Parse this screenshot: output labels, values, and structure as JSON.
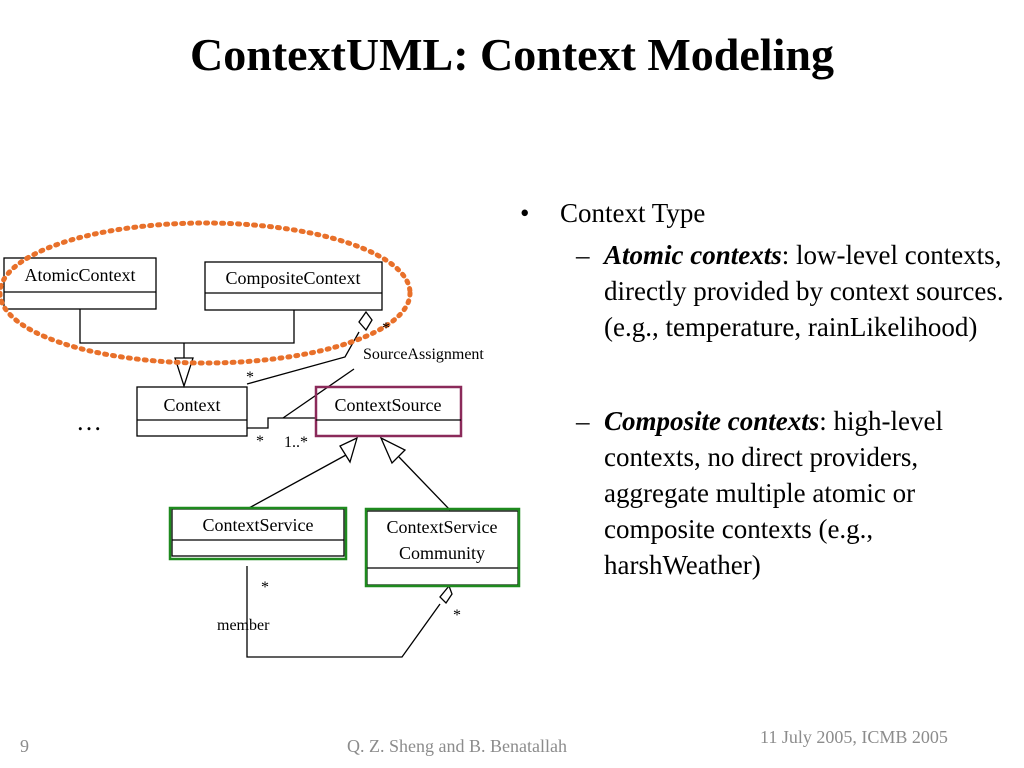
{
  "slide": {
    "title": "ContextUML: Context Modeling",
    "page_number": "9",
    "authors": "Q. Z. Sheng and B. Benatallah",
    "date_venue": "11 July 2005, ICMB 2005"
  },
  "diagram": {
    "classes": {
      "atomic_context": "AtomicContext",
      "composite_context": "CompositeContext",
      "context": "Context",
      "context_source": "ContextSource",
      "context_service": "ContextService",
      "community_line1": "ContextService",
      "community_line2": "Community"
    },
    "labels": {
      "source_assignment": "SourceAssignment",
      "member": "member",
      "mult_star": "*",
      "mult_one_many": "1..*",
      "ellipsis": "…"
    },
    "colors": {
      "highlight_ellipse": "#e8702a",
      "context_source_border": "#8b2a5a",
      "service_border": "#1e8a1e"
    }
  },
  "bullets": {
    "main": "Context Type",
    "items": [
      {
        "term": "Atomic contexts",
        "text": ": low-level contexts, directly provided by context sources. (e.g., temperature, rainLikelihood)"
      },
      {
        "term": "Composite contexts",
        "text": ": high-level contexts, no direct providers, aggregate multiple atomic or composite contexts (e.g., harshWeather)"
      }
    ]
  }
}
